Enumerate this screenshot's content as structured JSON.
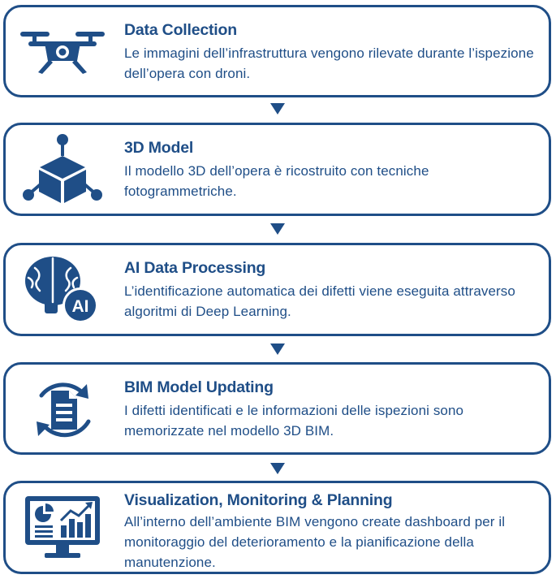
{
  "steps": [
    {
      "title": "Data Collection",
      "description": "Le immagini dell’infrastruttura vengono rilevate durante l’ispezione dell’opera con droni.",
      "icon": "drone-icon"
    },
    {
      "title": "3D Model",
      "description": "Il modello 3D dell’opera è ricostruito con tecniche fotogrammetriche.",
      "icon": "cube-network-icon"
    },
    {
      "title": "AI Data Processing",
      "description": "L’identificazione automatica dei difetti viene eseguita attraverso algoritmi di Deep Learning.",
      "icon": "brain-ai-icon",
      "icon_badge": "AI"
    },
    {
      "title": "BIM Model Updating",
      "description": "I difetti identificati e le informazioni delle ispezioni sono memorizzate nel modello 3D BIM.",
      "icon": "document-refresh-icon"
    },
    {
      "title": "Visualization, Monitoring & Planning",
      "description": "All’interno dell’ambiente BIM vengono create dashboard per il monitoraggio del deterioramento e la pianificazione della manutenzione.",
      "icon": "dashboard-monitor-icon"
    }
  ],
  "colors": {
    "primary": "#1f4e87",
    "background": "#ffffff"
  }
}
